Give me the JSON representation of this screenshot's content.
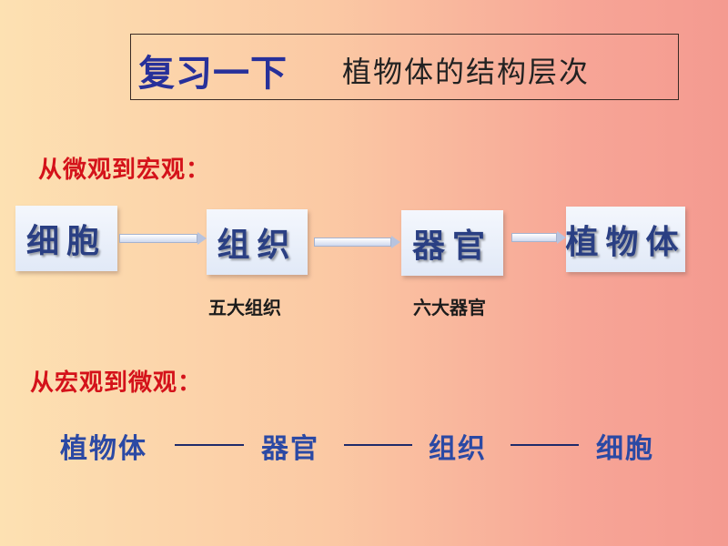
{
  "slide": {
    "title_main": "复习一下",
    "title_sub": "植物体的结构层次",
    "micro_to_macro": {
      "label": "从微观到宏观：",
      "stages": [
        "细胞",
        "组织",
        "器官",
        "植物体"
      ],
      "captions": [
        "五大组织",
        "六大器官"
      ]
    },
    "macro_to_micro": {
      "label": "从宏观到微观：",
      "items": [
        "植物体",
        "器官",
        "组织",
        "细胞"
      ]
    }
  }
}
